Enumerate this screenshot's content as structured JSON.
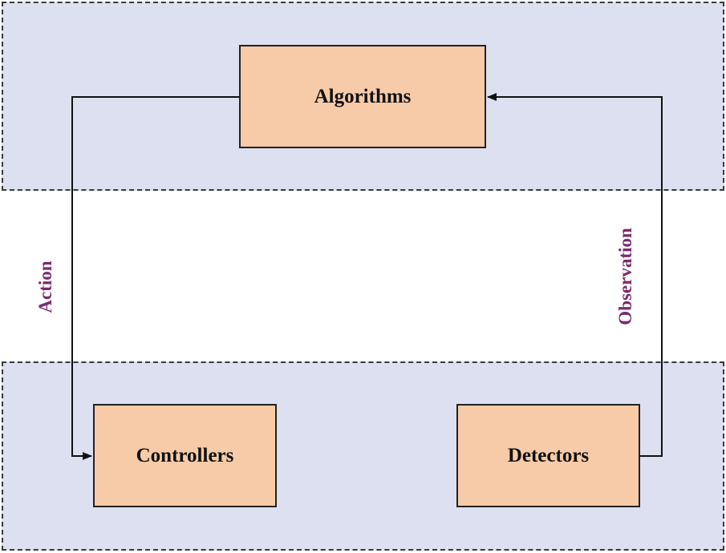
{
  "nodes": {
    "algorithms": "Algorithms",
    "controllers": "Controllers",
    "detectors": "Detectors"
  },
  "edges": {
    "action": "Action",
    "observation": "Observation"
  },
  "colors": {
    "region_fill": "#dce0f0",
    "region_border": "#3a3a3a",
    "node_fill": "#f8cba8",
    "node_border": "#222222",
    "connector": "#111111",
    "edge_label": "#7a2a6e"
  }
}
